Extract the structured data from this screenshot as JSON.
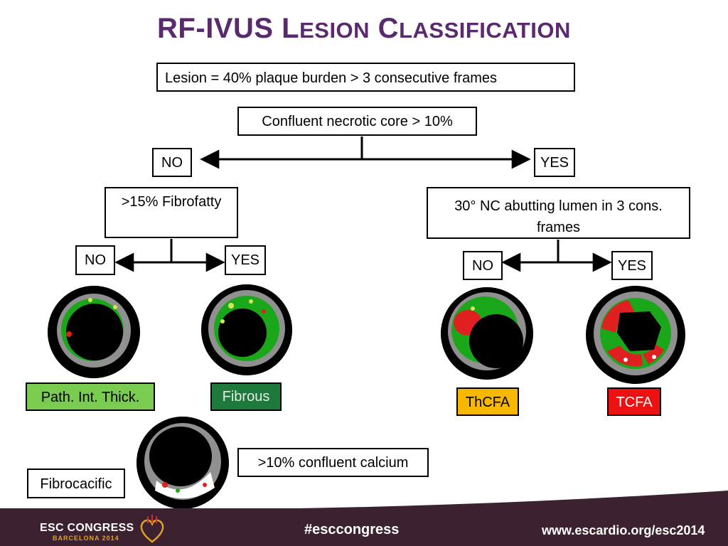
{
  "title": {
    "main": "RF-IVUS L",
    "sc1": "ESION",
    "mid": " C",
    "sc2": "LASSIFICATION"
  },
  "nodes": {
    "lesion_def": "Lesion = 40% plaque burden  > 3 consecutive frames",
    "necrotic_core": "Confluent necrotic core > 10%",
    "no_1": "NO",
    "yes_1": "YES",
    "fibrofatty": ">15% Fibrofatty",
    "nc_abutting": "30° NC abutting lumen in 3 cons. frames",
    "no_2": "NO",
    "yes_2": "YES",
    "no_3": "NO",
    "yes_3": "YES",
    "confluent_calcium": ">10% confluent calcium"
  },
  "outcomes": {
    "pit": {
      "label": "Path. Int. Thick.",
      "color": "#7acc50"
    },
    "fibrous": {
      "label": "Fibrous",
      "color": "#1e7a3c"
    },
    "thcfa": {
      "label": "ThCFA",
      "color": "#f6b800"
    },
    "tcfa": {
      "label": "TCFA",
      "color": "#ee1111"
    },
    "fibrocalcific": {
      "label": "Fibrocacific",
      "color": "#ffffff"
    }
  },
  "footer": {
    "congress": "ESC CONGRESS",
    "city": "BARCELONA 2014",
    "hashtag": "#esccongress",
    "url": "www.escardio.org/esc2014"
  },
  "colors": {
    "title": "#5a2a6e",
    "footer_bg": "#3c2230",
    "footer_accent": "#e1a028"
  }
}
